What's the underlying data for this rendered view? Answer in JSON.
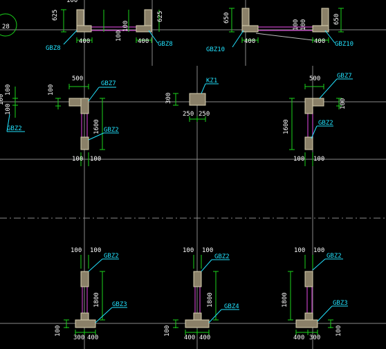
{
  "axis_bubble": {
    "number": "28"
  },
  "top_left": {
    "dims": [
      "625",
      "400",
      "100",
      "625",
      "400",
      "100",
      "100"
    ],
    "labels": [
      "GBZ8",
      "GBZ8"
    ]
  },
  "top_right": {
    "dims": [
      "650",
      "400",
      "100",
      "650",
      "100",
      "400"
    ],
    "labels": [
      "GBZ10",
      "GBZ10"
    ]
  },
  "row2_left": {
    "dims": [
      "100",
      "100",
      "100"
    ],
    "labels": [
      "GBZ2"
    ]
  },
  "row2_col1": {
    "dims": [
      "500",
      "100",
      "1600",
      "100",
      "100"
    ],
    "labels": [
      "GBZ7",
      "GBZ2"
    ]
  },
  "row2_col2": {
    "dims": [
      "300",
      "250",
      "250"
    ],
    "labels": [
      "KZ1"
    ]
  },
  "row2_col3": {
    "dims": [
      "500",
      "100",
      "1600",
      "100",
      "100"
    ],
    "labels": [
      "GBZ7",
      "GBZ2"
    ]
  },
  "row3_col1": {
    "dims": [
      "100",
      "100",
      "1800",
      "100",
      "300",
      "400"
    ],
    "labels": [
      "GBZ2",
      "GBZ3"
    ]
  },
  "row3_col2": {
    "dims": [
      "100",
      "100",
      "1800",
      "100",
      "400",
      "400"
    ],
    "labels": [
      "GBZ2",
      "GBZ4"
    ]
  },
  "row3_col3": {
    "dims": [
      "100",
      "100",
      "1800",
      "100",
      "400",
      "300"
    ],
    "labels": [
      "GBZ2",
      "GBZ3"
    ]
  }
}
